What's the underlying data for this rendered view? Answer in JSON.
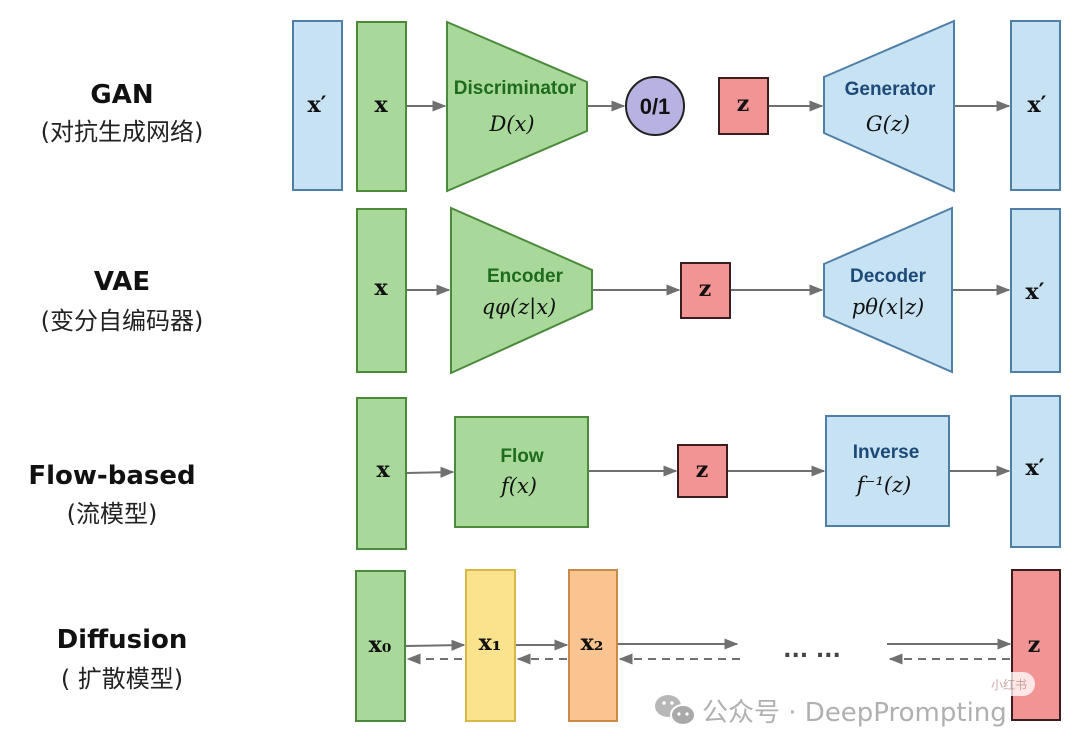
{
  "colors": {
    "green_fill": "#a8d99b",
    "green_stroke": "#4a8a3a",
    "blue_fill": "#c7e2f2",
    "blue_stroke": "#4f7fa8",
    "red_fill": "#f29494",
    "red_stroke": "#3a1d1d",
    "purple_fill": "#b8b2e2",
    "yellow_fill": "#fbe38e",
    "yellow_stroke": "#d9b84a",
    "orange_fill": "#f9c48f",
    "orange_stroke": "#c98a4a",
    "arrow": "#707070"
  },
  "rows": {
    "gan": {
      "title": "GAN",
      "subtitle": "(对抗生成网络)",
      "x_prime_left": "x′",
      "x": "x",
      "discriminator_label": "Discriminator",
      "discriminator_fn": "D(x)",
      "output": "0/1",
      "z": "z",
      "generator_label": "Generator",
      "generator_fn": "G(z)",
      "x_prime_right": "x′"
    },
    "vae": {
      "title": "VAE",
      "subtitle": "(变分自编码器)",
      "x": "x",
      "encoder_label": "Encoder",
      "encoder_fn": "qφ(z|x)",
      "z": "z",
      "decoder_label": "Decoder",
      "decoder_fn": "pθ(x|z)",
      "x_prime": "x′"
    },
    "flow": {
      "title": "Flow-based",
      "subtitle": "(流模型)",
      "x": "x",
      "flow_label": "Flow",
      "flow_fn": "f(x)",
      "z": "z",
      "inverse_label": "Inverse",
      "inverse_fn": "f⁻¹(z)",
      "x_prime": "x′"
    },
    "diffusion": {
      "title": "Diffusion",
      "subtitle": "( 扩散模型)",
      "x0": "x₀",
      "x1": "x₁",
      "x2": "x₂",
      "ellipsis": "... ...",
      "z": "z"
    }
  },
  "watermark": {
    "text": "公众号 · DeepPrompting",
    "badge": "小红书"
  }
}
